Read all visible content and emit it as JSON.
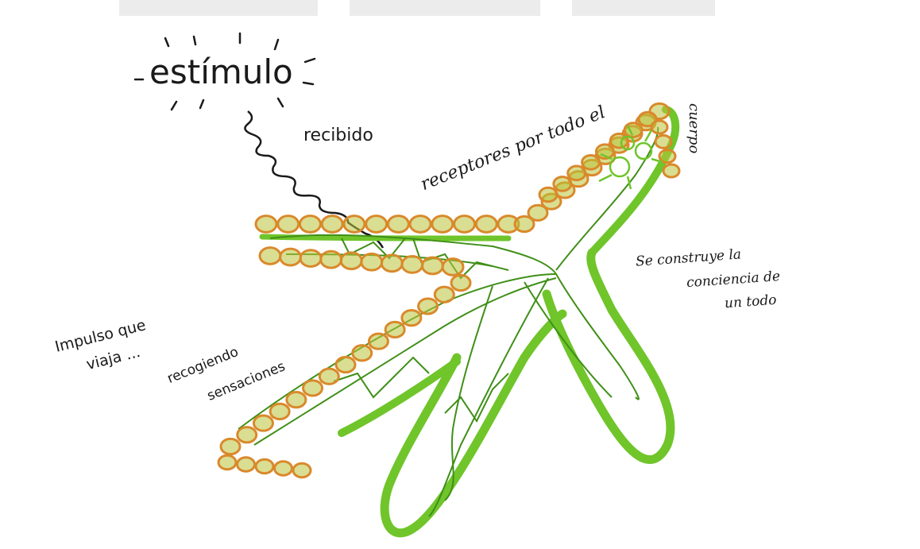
{
  "labels": {
    "estimulo": "estímulo",
    "recibido": "recibido",
    "receptores": "receptores por todo el",
    "cuerpo": "cuerpo",
    "conciencia_line1": "Se construye la",
    "conciencia_line2": "conciencia de",
    "conciencia_line3": "un todo",
    "impulso_line1": "Impulso que",
    "impulso_line2": "viaja ...",
    "recogiendo_line1": "recogiendo",
    "recogiendo_line2": "sensaciones"
  },
  "colors": {
    "ink": "#1a1a1a",
    "neuron_green": "#6fc52a",
    "neuron_dark_green": "#3f8f17",
    "receptor_orange": "#d9892b",
    "receptor_fill": "#b9c23a",
    "receptor_red": "#e0553a",
    "ganglion_green": "#8fd63a"
  }
}
